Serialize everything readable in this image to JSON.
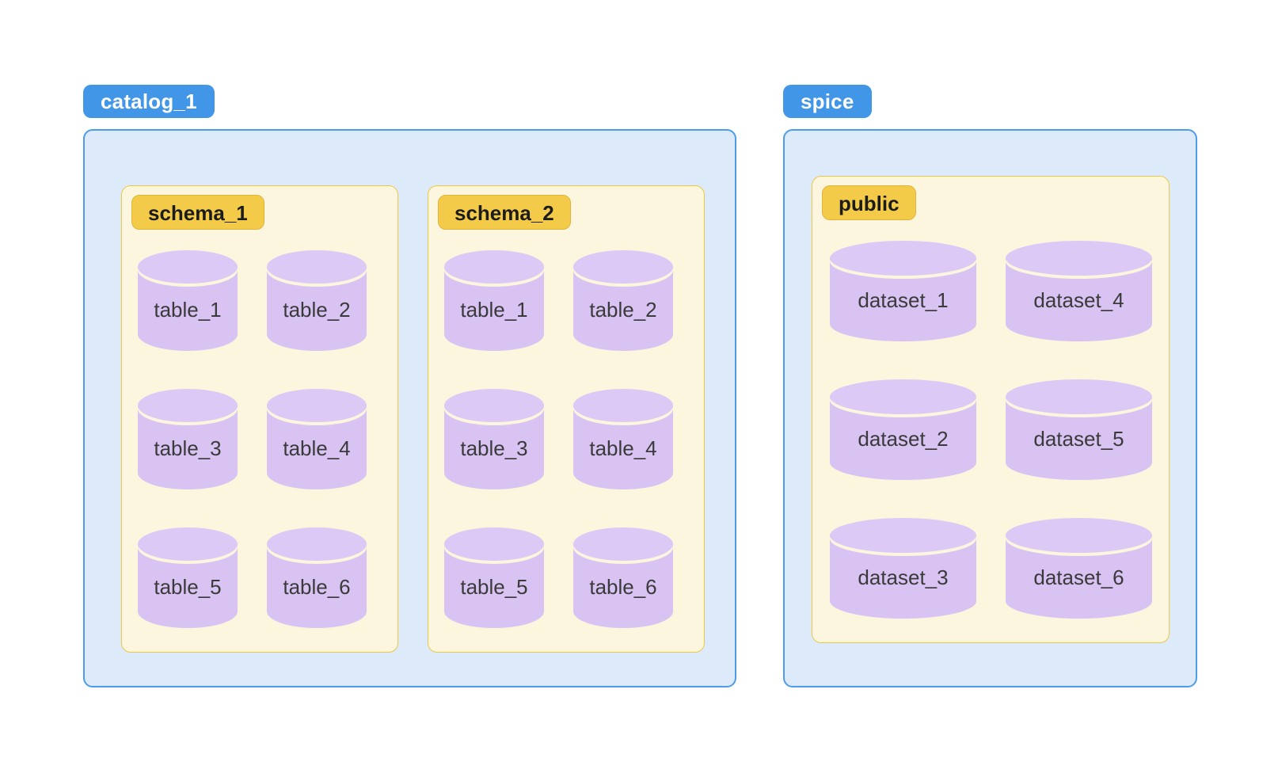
{
  "diagram": {
    "groups": [
      {
        "badge": "catalog_1",
        "schemas": [
          {
            "badge": "schema_1",
            "flow": "row",
            "items": [
              "table_1",
              "table_2",
              "table_3",
              "table_4",
              "table_5",
              "table_6"
            ]
          },
          {
            "badge": "schema_2",
            "flow": "row",
            "items": [
              "table_1",
              "table_2",
              "table_3",
              "table_4",
              "table_5",
              "table_6"
            ]
          }
        ]
      },
      {
        "badge": "spice",
        "schemas": [
          {
            "badge": "public",
            "flow": "column",
            "items": [
              "dataset_1",
              "dataset_2",
              "dataset_3",
              "dataset_4",
              "dataset_5",
              "dataset_6"
            ]
          }
        ]
      }
    ],
    "colors": {
      "catalog_badge_bg": "#4296E8",
      "catalog_badge_text": "#FFFFFF",
      "catalog_container_bg": "#DCEAFA",
      "catalog_container_border": "#4D9CEA",
      "schema_box_bg": "#FDF6DF",
      "schema_box_border": "#EDC845",
      "schema_badge_bg": "#F3CB49",
      "schema_badge_border": "#E0B43C",
      "schema_badge_text": "#1C1C1C",
      "cylinder_body": "#D8C3F3",
      "cylinder_top": "#DCC9F5",
      "cylinder_separator": "#FDF6DF",
      "cylinder_label_text": "#3A3A3A"
    }
  }
}
